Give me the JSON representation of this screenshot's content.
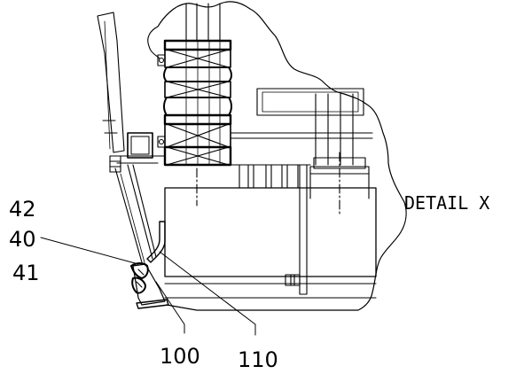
{
  "detail_title": "DETAIL X",
  "callouts": [
    {
      "id": "42",
      "label": "42"
    },
    {
      "id": "40",
      "label": "40"
    },
    {
      "id": "41",
      "label": "41"
    },
    {
      "id": "100",
      "label": "100"
    },
    {
      "id": "110",
      "label": "110"
    }
  ],
  "colors": {
    "ink": "#000000",
    "paper": "#ffffff"
  }
}
